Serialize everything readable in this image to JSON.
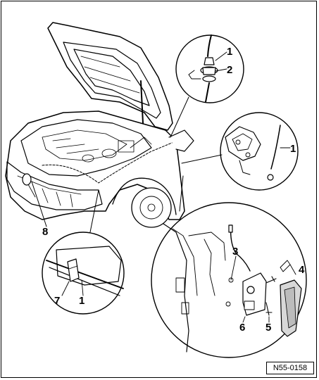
{
  "figure": {
    "reference_code": "N55-0158",
    "callouts": {
      "c1a": "1",
      "c2": "2",
      "c1b": "1",
      "c3": "3",
      "c4": "4",
      "c5": "5",
      "c6": "6",
      "c7": "7",
      "c1c": "1",
      "c8": "8"
    }
  }
}
